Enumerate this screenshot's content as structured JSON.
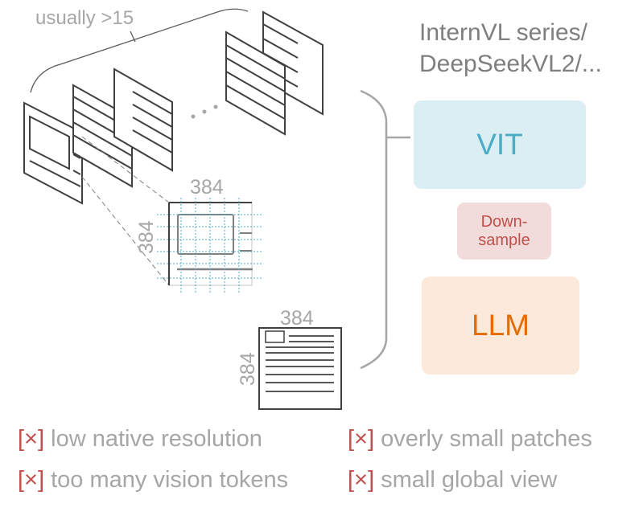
{
  "annotations": {
    "count_label": "usually >15",
    "ellipsis": "...",
    "crop_width": "384",
    "crop_height": "384",
    "global_width": "384",
    "global_height": "384"
  },
  "model_family": {
    "line1": "InternVL series/",
    "line2": "DeepSeekVL2/..."
  },
  "modules": {
    "vit": "VIT",
    "downsample_line1": "Down-",
    "downsample_line2": "sample",
    "llm": "LLM"
  },
  "issues": [
    {
      "mark": "[×]",
      "text": "low native resolution"
    },
    {
      "mark": "[×]",
      "text": "overly small patches"
    },
    {
      "mark": "[×]",
      "text": "too many vision tokens"
    },
    {
      "mark": "[×]",
      "text": "small global view"
    }
  ],
  "colors": {
    "vit_bg": "#dbeef4",
    "vit_text": "#4bacc6",
    "downsample_bg": "#f2dcdb",
    "downsample_text": "#c0504d",
    "llm_bg": "#fde9d9",
    "llm_text": "#e36c09",
    "issue_mark": "#c0504d",
    "grid_line": "#4bacc6"
  }
}
